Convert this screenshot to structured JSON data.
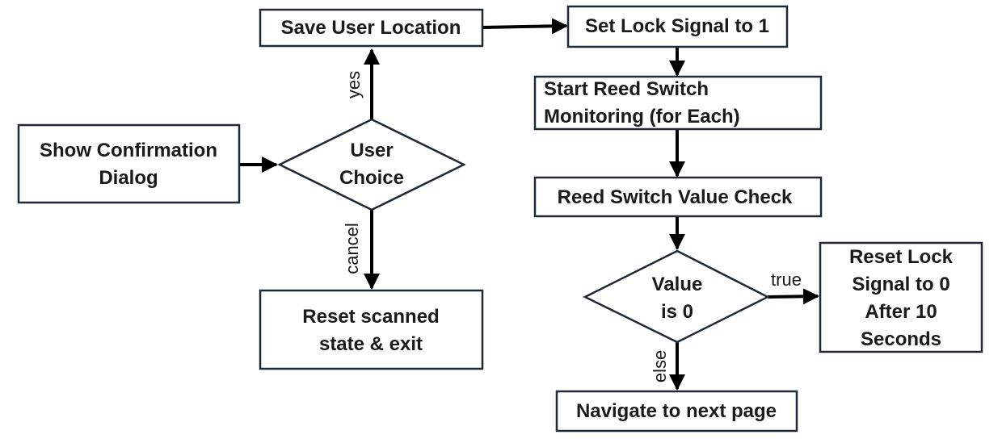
{
  "nodes": {
    "show_confirmation": [
      "Show Confirmation",
      "Dialog"
    ],
    "user_choice": [
      "User",
      "Choice"
    ],
    "save_location": [
      "Save User Location"
    ],
    "reset_scanned": [
      "Reset scanned",
      "state & exit"
    ],
    "set_lock": [
      "Set Lock Signal to 1"
    ],
    "start_monitoring": [
      "Start Reed Switch",
      "Monitoring (for Each)"
    ],
    "value_check": [
      "Reed Switch Value Check"
    ],
    "value_is_0": [
      "Value",
      "is 0"
    ],
    "reset_lock": [
      "Reset Lock",
      "Signal to 0",
      "After 10",
      "Seconds"
    ],
    "navigate": [
      "Navigate to next page"
    ]
  },
  "edge_labels": {
    "yes": "yes",
    "cancel": "cancel",
    "true": "true",
    "else": "else"
  }
}
